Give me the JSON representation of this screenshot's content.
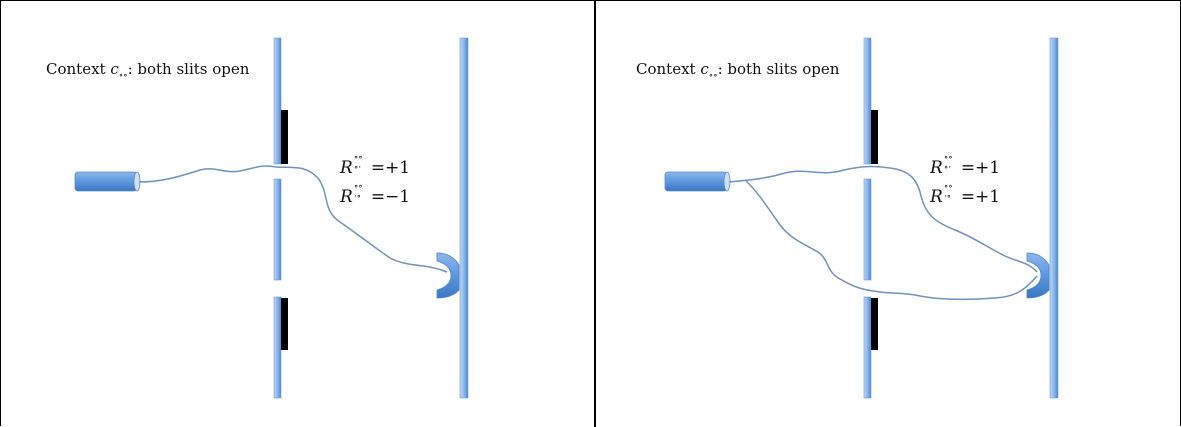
{
  "panels": [
    {
      "context_text": "Context",
      "context_var": "c",
      "context_sub": "∘∘",
      "context_rest": ": both slits open",
      "r1": {
        "symbol": "R",
        "sup": "∘∘",
        "sub": "∘·",
        "value": "=+1"
      },
      "r2": {
        "symbol": "R",
        "sup": "∘∘",
        "sub": "·∘",
        "value": "=−1"
      }
    },
    {
      "context_text": "Context",
      "context_var": "c",
      "context_sub": "∘∘",
      "context_rest": ": both slits open",
      "r1": {
        "symbol": "R",
        "sup": "∘∘",
        "sub": "∘·",
        "value": "=+1"
      },
      "r2": {
        "symbol": "R",
        "sup": "∘∘",
        "sub": "·∘",
        "value": "=+1"
      }
    }
  ],
  "colors": {
    "blue_light": "#9ec3f0",
    "blue_dark": "#4a86d4",
    "path": "#6e93bd",
    "shutter": "#000000"
  }
}
